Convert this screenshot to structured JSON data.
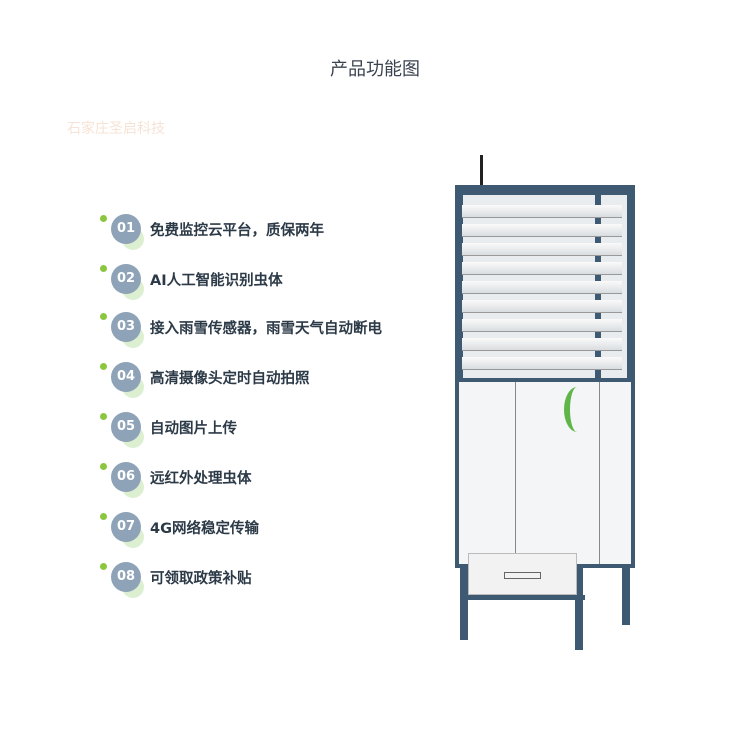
{
  "header": {
    "title": "产品功能图",
    "watermark": "石家庄圣启科技"
  },
  "features": [
    {
      "num": "01",
      "text": "免费监控云平台，质保两年"
    },
    {
      "num": "02",
      "text": "AI人工智能识别虫体"
    },
    {
      "num": "03",
      "text": "接入雨雪传感器，雨雪天气自动断电"
    },
    {
      "num": "04",
      "text": "高清摄像头定时自动拍照"
    },
    {
      "num": "05",
      "text": "自动图片上传"
    },
    {
      "num": "06",
      "text": "远红外处理虫体"
    },
    {
      "num": "07",
      "text": "4G网络稳定传输"
    },
    {
      "num": "08",
      "text": "可领取政策补贴"
    }
  ],
  "colors": {
    "badge": "#8fa3b8",
    "accent_green": "#8cc63f",
    "frame": "#3e5a72"
  }
}
